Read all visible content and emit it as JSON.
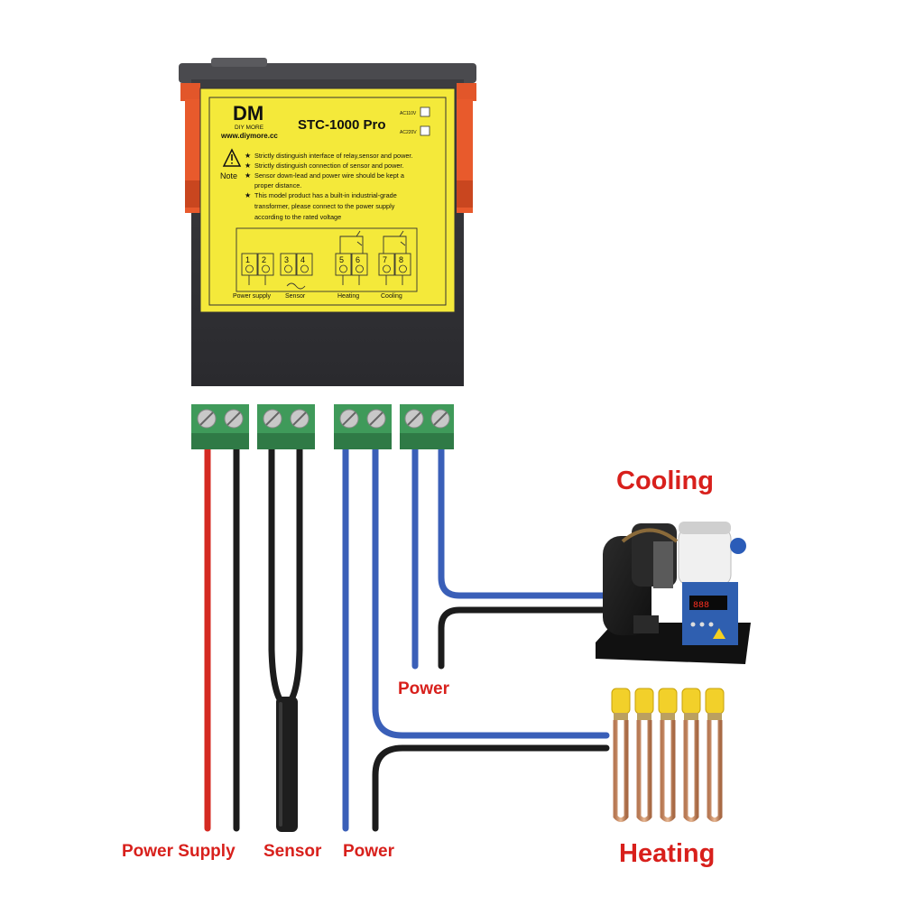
{
  "controller": {
    "logo_mark": "DM",
    "logo_name": "DIY MORE",
    "website": "www.diymore.cc",
    "model": "STC-1000 Pro",
    "voltage_options": [
      "AC110V",
      "AC220V"
    ],
    "note_label": "Note",
    "notes": [
      "Strictly distinguish interface of relay,sensor and power.",
      "Strictly distinguish connection of sensor and power.",
      "Sensor down-lead and power wire should be kept a",
      "proper distance.",
      "This model product has a built-in industrial-grade",
      "transformer, please connect to the power supply",
      "according to the rated voltage"
    ],
    "terminal_numbers": [
      "1",
      "2",
      "3",
      "4",
      "5",
      "6",
      "7",
      "8"
    ],
    "terminal_groups": [
      "Power supply",
      "Sensor",
      "Heating",
      "Cooling"
    ]
  },
  "labels": {
    "cooling": "Cooling",
    "heating": "Heating",
    "power_mid": "Power",
    "power_supply": "Power Supply",
    "sensor": "Sensor",
    "power_bottom": "Power"
  },
  "colors": {
    "label_red": "#d8201c",
    "wire_red": "#d42a22",
    "wire_black": "#1c1c1c",
    "wire_blue": "#3a5fb8",
    "panel_yellow": "#f4e93a",
    "terminal_green": "#3f9a5a"
  }
}
